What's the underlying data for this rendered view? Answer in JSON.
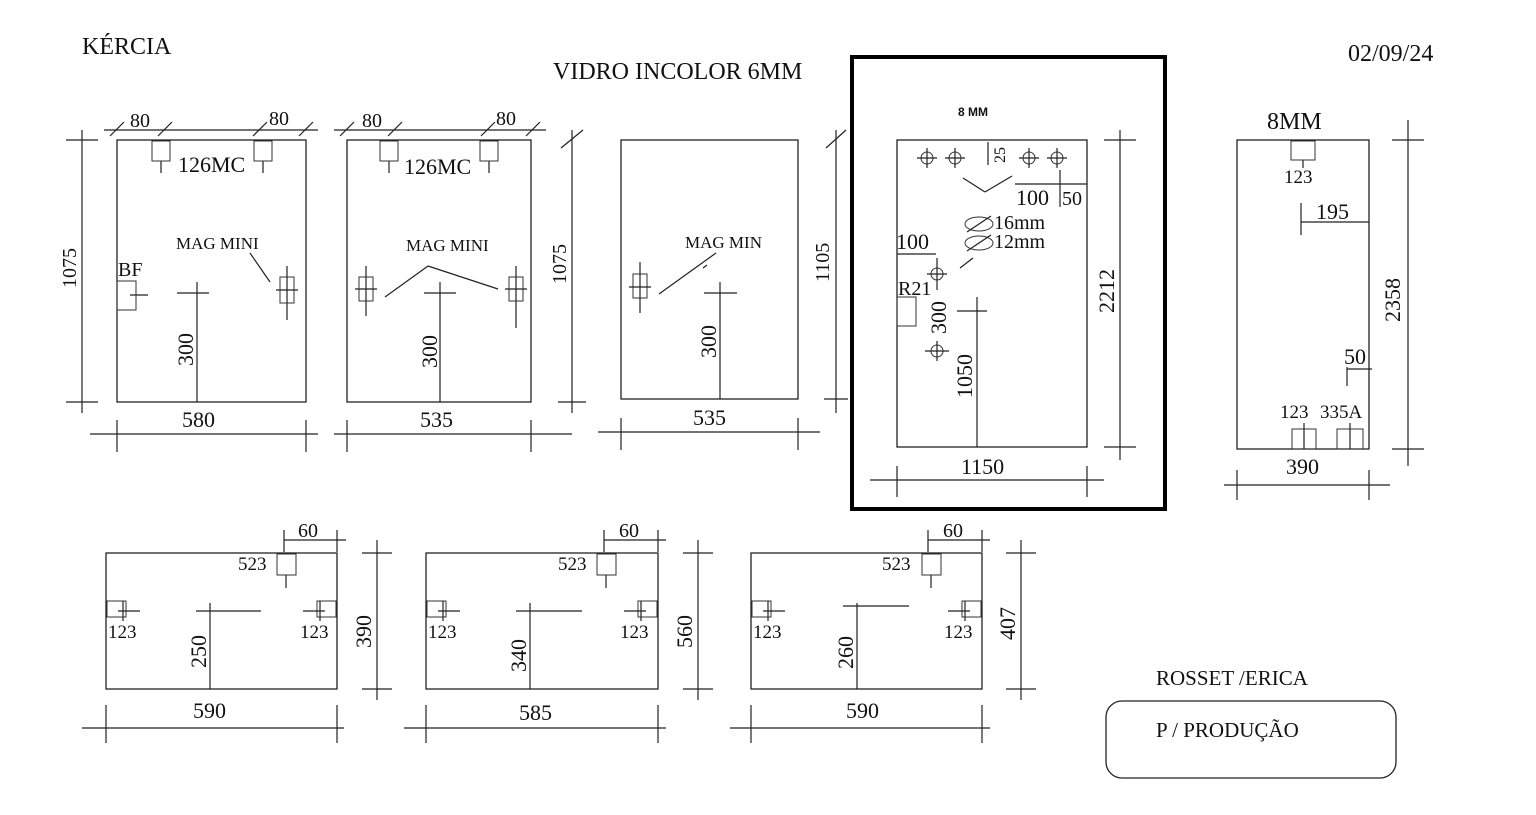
{
  "header": {
    "client": "KÉRCIA",
    "material": "VIDRO INCOLOR 6MM",
    "date": "02/09/24"
  },
  "footer": {
    "names": "ROSSET /ERICA",
    "note": "P / PRODUÇÃO"
  },
  "pieces": [
    {
      "width": "580",
      "height": "1075",
      "top_left_offset": "80",
      "top_right_offset": "80",
      "hinge_label": "126MC",
      "lock_label": "MAG MINI",
      "side_label": "BF",
      "center_dim": "300"
    },
    {
      "width": "535",
      "height": "1075",
      "top_left_offset": "80",
      "top_right_offset": "80",
      "hinge_label": "126MC",
      "lock_label": "MAG MINI",
      "center_dim": "300"
    },
    {
      "width": "535",
      "height": "1105",
      "lock_label": "MAG MIN",
      "center_dim": "300"
    },
    {
      "thickness": "8 MM",
      "width": "1150",
      "height": "2212",
      "top_dim": "25",
      "dim_a": "100",
      "dim_b": "50",
      "hole_16": "16mm",
      "hole_12": "12mm",
      "left_dim": "100",
      "corner_label": "R21",
      "dim_300": "300",
      "dim_1050": "1050"
    },
    {
      "thickness": "8MM",
      "width": "390",
      "height": "2358",
      "top_code": "123",
      "side_dim": "195",
      "lower_dim": "50",
      "bottom_code_a": "123",
      "bottom_code_b": "335A"
    },
    {
      "width": "590",
      "height": "390",
      "top_offset": "60",
      "top_code": "523",
      "left_code": "123",
      "right_code": "123",
      "center_dim": "250"
    },
    {
      "width": "585",
      "height": "560",
      "top_offset": "60",
      "top_code": "523",
      "left_code": "123",
      "right_code": "123",
      "center_dim": "340"
    },
    {
      "width": "590",
      "height": "407",
      "top_offset": "60",
      "top_code": "523",
      "left_code": "123",
      "right_code": "123",
      "center_dim": "260"
    }
  ]
}
